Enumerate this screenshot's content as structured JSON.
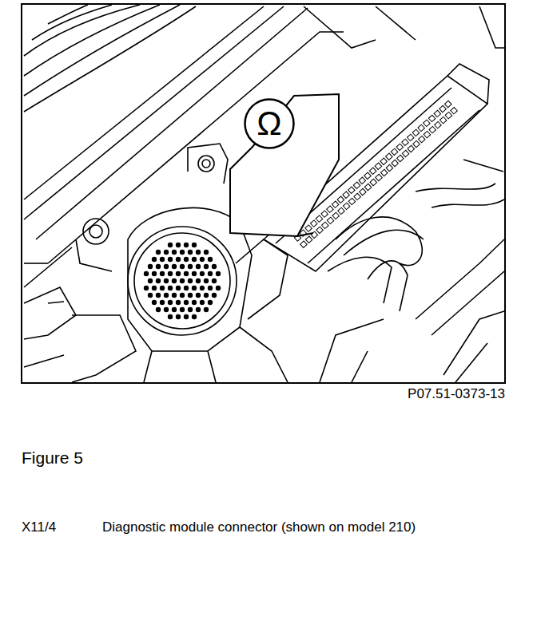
{
  "diagram": {
    "nodes": [
      {
        "text": [
          "Ω"
        ]
      }
    ],
    "labels": [
      "P07.51-0373-13",
      "Figure 5",
      "X11/4",
      "Diagnostic module connector (shown on model 210)"
    ]
  }
}
